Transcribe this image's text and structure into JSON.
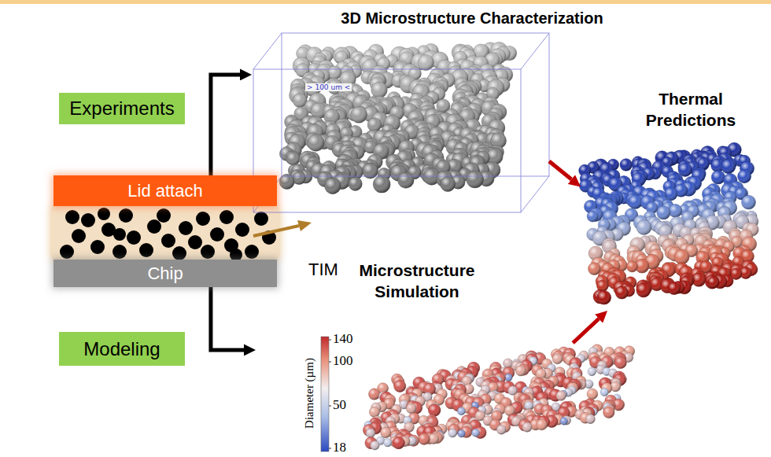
{
  "diagram": {
    "nodes": [
      {
        "text": [
          "3D Microstructure Characterization"
        ]
      },
      {
        "text": [
          "Experiments"
        ]
      },
      {
        "text": [
          "Thermal Predictions"
        ]
      },
      {
        "text": [
          "Lid attach"
        ]
      },
      {
        "text": [
          "Chip"
        ]
      },
      {
        "text": [
          "Microstructure Simulation"
        ]
      },
      {
        "text": [
          "Modeling"
        ]
      }
    ],
    "edges": [
      {
        "from": 3,
        "to": 0,
        "arrow": "to"
      },
      {
        "from": 4,
        "to": 5,
        "arrow": "to"
      },
      {
        "from": 0,
        "to": 2,
        "arrow": "to"
      },
      {
        "from": 5,
        "to": 2,
        "arrow": "to"
      }
    ],
    "labels": [
      "> 100 um <",
      "TIM",
      "140",
      "100",
      "50",
      "18",
      "Diameter (µm)"
    ]
  }
}
